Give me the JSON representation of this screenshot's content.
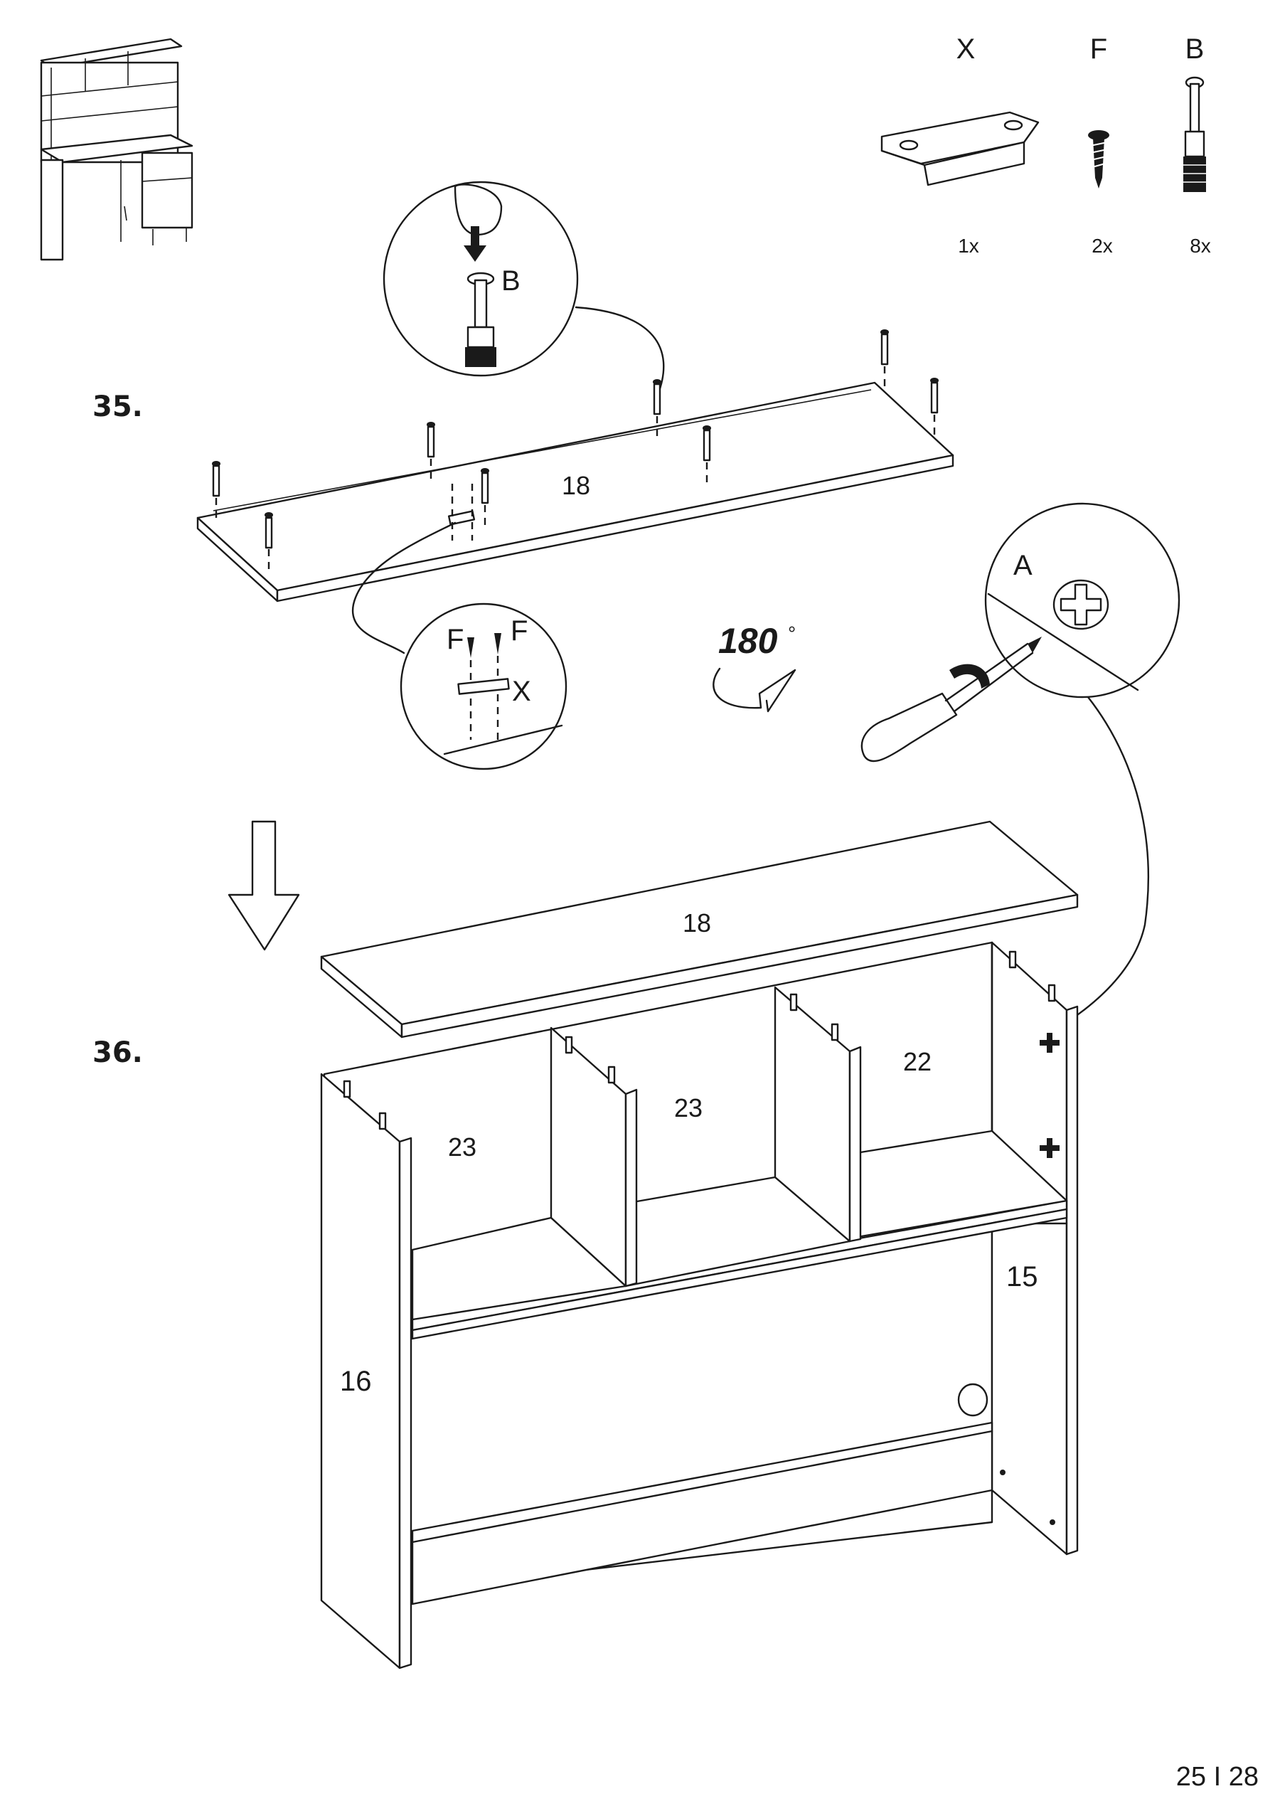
{
  "parts_header": [
    {
      "letter": "X",
      "qty": "1x"
    },
    {
      "letter": "F",
      "qty": "2x"
    },
    {
      "letter": "B",
      "qty": "8x"
    }
  ],
  "step35": {
    "number": "35.",
    "panel_label": "18",
    "zoom_dowel_label": "B",
    "zoom_bracket_labels": {
      "left_screw": "F",
      "right_screw": "F",
      "bracket": "X"
    }
  },
  "rotation": {
    "label": "180",
    "unit": "°"
  },
  "screw_zoom": {
    "label": "A"
  },
  "step36": {
    "number": "36.",
    "top_label": "18",
    "labels": {
      "left_side": "16",
      "right_side": "15",
      "shelf_left": "23",
      "divider": "23",
      "shelf_right": "22"
    }
  },
  "page_number": "25 I 28"
}
